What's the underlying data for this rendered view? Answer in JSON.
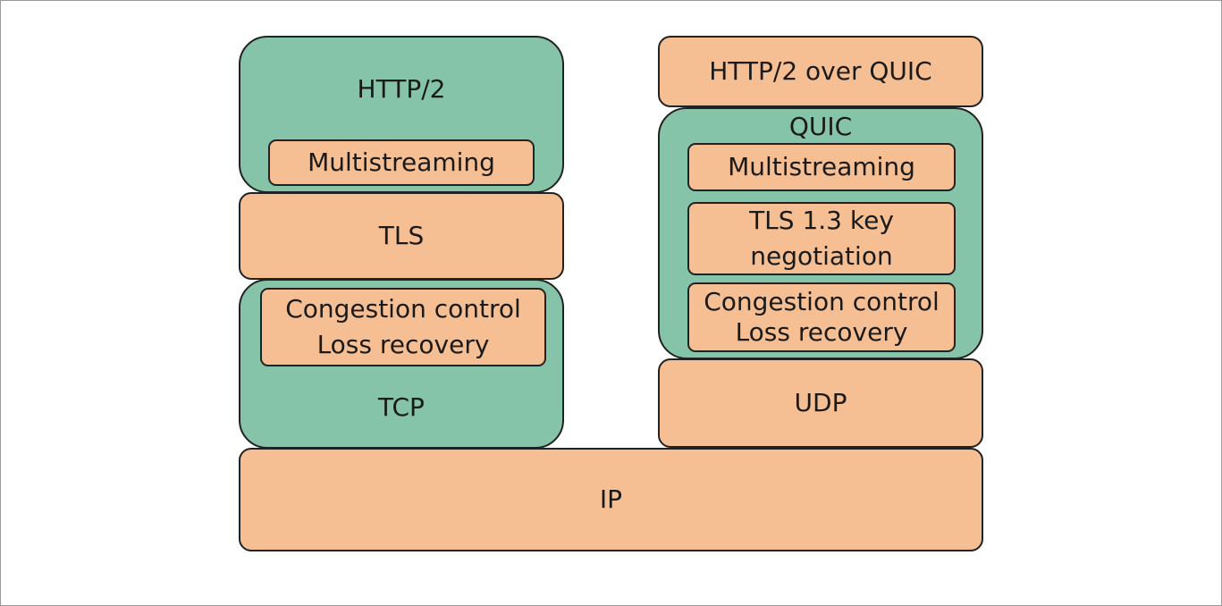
{
  "left_stack": {
    "http2": {
      "title": "HTTP/2",
      "multistreaming": "Multistreaming"
    },
    "tls": "TLS",
    "tcp": {
      "title": "TCP",
      "congestion": "Congestion control\nLoss recovery"
    }
  },
  "right_stack": {
    "http2_over_quic": "HTTP/2 over QUIC",
    "quic": {
      "title": "QUIC",
      "multistreaming": "Multistreaming",
      "tls_key": "TLS 1.3 key\nnegotiation",
      "congestion": "Congestion control\nLoss recovery"
    },
    "udp": "UDP"
  },
  "ip": "IP",
  "colors": {
    "green": "#85c4a8",
    "orange": "#f6bf93",
    "outline": "#222222"
  }
}
